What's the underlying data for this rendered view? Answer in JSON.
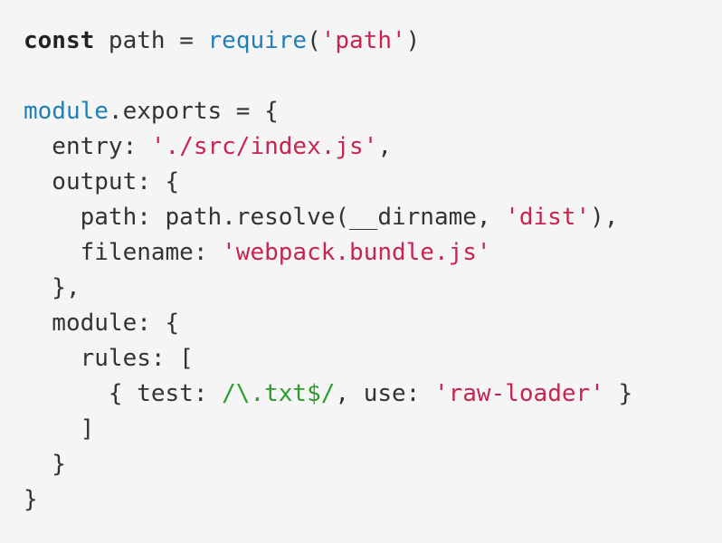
{
  "colors": {
    "background": "#f5f5f5",
    "text": "#333333",
    "keyword": "#222222",
    "builtin": "#1f7fb8",
    "string": "#c7254e",
    "regex": "#2a9d2a"
  },
  "code": {
    "lines": [
      [
        {
          "cls": "kw",
          "text": "const"
        },
        {
          "cls": "plain",
          "text": " path = "
        },
        {
          "cls": "fn",
          "text": "require"
        },
        {
          "cls": "plain",
          "text": "("
        },
        {
          "cls": "str",
          "text": "'path'"
        },
        {
          "cls": "plain",
          "text": ")"
        }
      ],
      [],
      [
        {
          "cls": "fn",
          "text": "module"
        },
        {
          "cls": "plain",
          "text": ".exports = {"
        }
      ],
      [
        {
          "cls": "plain",
          "text": "  entry: "
        },
        {
          "cls": "str",
          "text": "'./src/index.js'"
        },
        {
          "cls": "plain",
          "text": ","
        }
      ],
      [
        {
          "cls": "plain",
          "text": "  output: {"
        }
      ],
      [
        {
          "cls": "plain",
          "text": "    path: path.resolve(__dirname, "
        },
        {
          "cls": "str",
          "text": "'dist'"
        },
        {
          "cls": "plain",
          "text": "),"
        }
      ],
      [
        {
          "cls": "plain",
          "text": "    filename: "
        },
        {
          "cls": "str",
          "text": "'webpack.bundle.js'"
        }
      ],
      [
        {
          "cls": "plain",
          "text": "  },"
        }
      ],
      [
        {
          "cls": "plain",
          "text": "  module: {"
        }
      ],
      [
        {
          "cls": "plain",
          "text": "    rules: ["
        }
      ],
      [
        {
          "cls": "plain",
          "text": "      { test: "
        },
        {
          "cls": "re",
          "text": "/\\.txt$/"
        },
        {
          "cls": "plain",
          "text": ", use: "
        },
        {
          "cls": "str",
          "text": "'raw-loader'"
        },
        {
          "cls": "plain",
          "text": " }"
        }
      ],
      [
        {
          "cls": "plain",
          "text": "    ]"
        }
      ],
      [
        {
          "cls": "plain",
          "text": "  }"
        }
      ],
      [
        {
          "cls": "plain",
          "text": "}"
        }
      ]
    ]
  }
}
